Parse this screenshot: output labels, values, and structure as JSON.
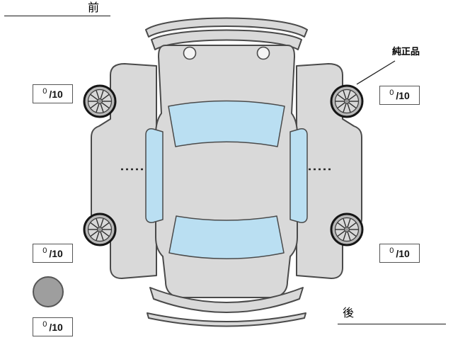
{
  "labels": {
    "front": "前",
    "rear": "後",
    "genuine_part": "純正品"
  },
  "tire_ratings": {
    "denominator": "/10",
    "front_left": "0",
    "front_right": "0",
    "rear_left": "0",
    "rear_right": "0",
    "spare": "0"
  },
  "colors": {
    "background": "#ffffff",
    "body": "#d9d9d9",
    "window": "#badff2",
    "outline": "#4a4a4a",
    "wheel_rim": "#b8b8b8",
    "spare_tire": "#9e9e9e"
  }
}
